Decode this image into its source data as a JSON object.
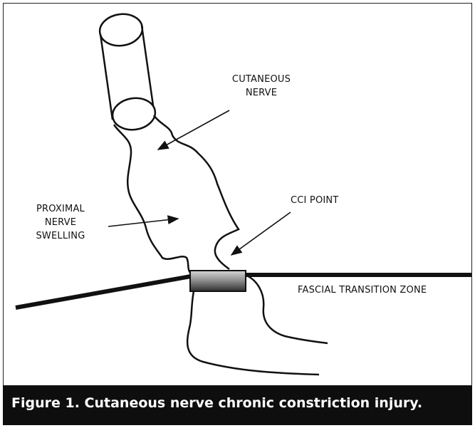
{
  "labels": {
    "cutaneous_line1": "CUTANEOUS",
    "cutaneous_line2": "NERVE",
    "proximal_line1": "PROXIMAL",
    "proximal_line2": "NERVE",
    "proximal_line3": "SWELLING",
    "cci_point": "CCI POINT",
    "fascial_zone": "FASCIAL TRANSITION ZONE"
  },
  "caption": "Figure 1. Cutaneous nerve chronic constriction injury.",
  "colors": {
    "stroke": "#111111",
    "caption_bg": "#0e0e0e",
    "caption_text": "#ffffff"
  }
}
